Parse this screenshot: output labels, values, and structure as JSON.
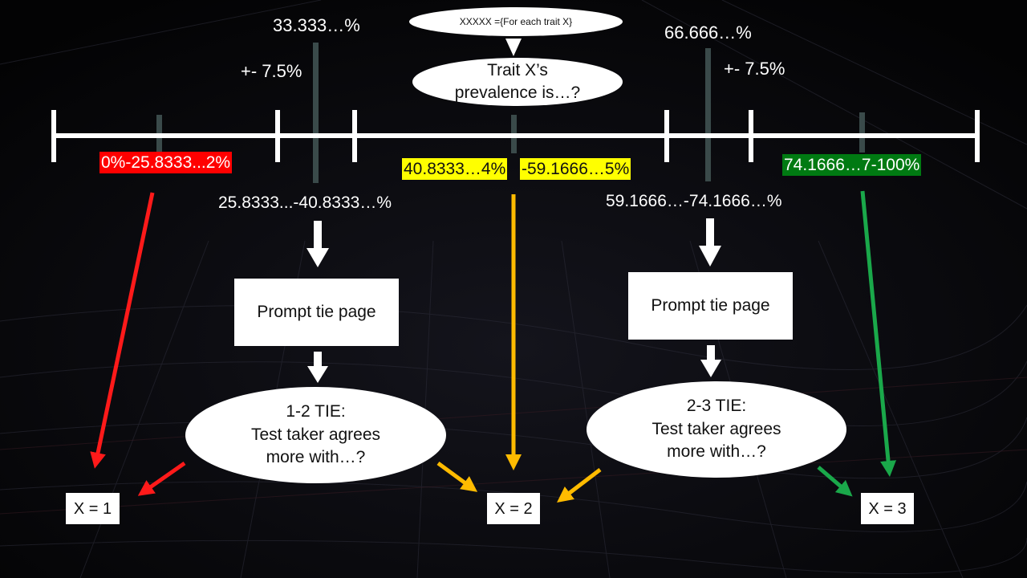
{
  "header": {
    "foreach_label": "XXXXX ={For each trait X}",
    "prevalence_question": [
      "Trait X’s",
      "prevalence is…?"
    ]
  },
  "scale": {
    "mark_left": "33.333…%",
    "mark_right": "66.666…%",
    "tolerance_left": "+- 7.5%",
    "tolerance_right": "+- 7.5%",
    "ranges": {
      "low": "0%-25.8333...2%",
      "tie_low": "25.8333...-40.8333…%",
      "mid_a": "40.8333…4%",
      "mid_b": "-59.1666…5%",
      "tie_high": "59.1666…-74.1666…%",
      "high": "74.1666…7-100%"
    }
  },
  "tie_left": {
    "page": "Prompt tie page",
    "question": [
      "1-2 TIE:",
      "Test taker agrees",
      "more with…?"
    ]
  },
  "tie_right": {
    "page": "Prompt tie page",
    "question": [
      "2-3 TIE:",
      "Test taker agrees",
      "more with…?"
    ]
  },
  "outcomes": {
    "one": "X = 1",
    "two": "X = 2",
    "three": "X = 3"
  },
  "colors": {
    "low": "#ff0000",
    "mid": "#ffff00",
    "high": "#007a12",
    "arrow_low": "#ff1a1a",
    "arrow_mid": "#ffbb00",
    "arrow_high": "#1aa84a",
    "tick_gray": "#3a4a4a"
  }
}
